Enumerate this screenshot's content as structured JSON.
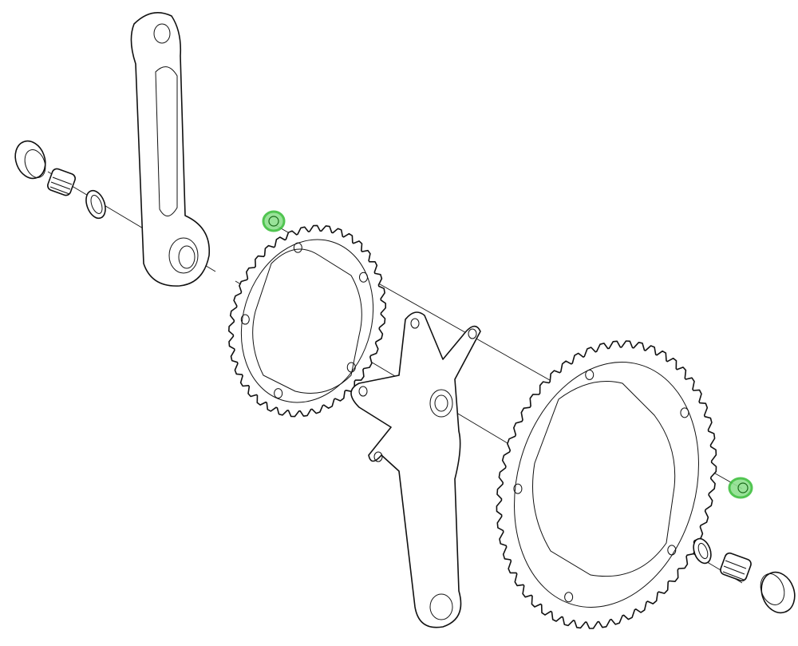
{
  "diagram": {
    "type": "exploded-parts-view",
    "subject": "crankset",
    "colors": {
      "line": "#111111",
      "background": "#ffffff",
      "highlight": "#5fd35f"
    },
    "chainrings": [
      {
        "part": "inner-chainring",
        "teeth": 39
      },
      {
        "part": "outer-chainring",
        "teeth": 53
      }
    ],
    "highlighted_parts": [
      "chainring-bolt-left",
      "chainring-bolt-right"
    ]
  }
}
